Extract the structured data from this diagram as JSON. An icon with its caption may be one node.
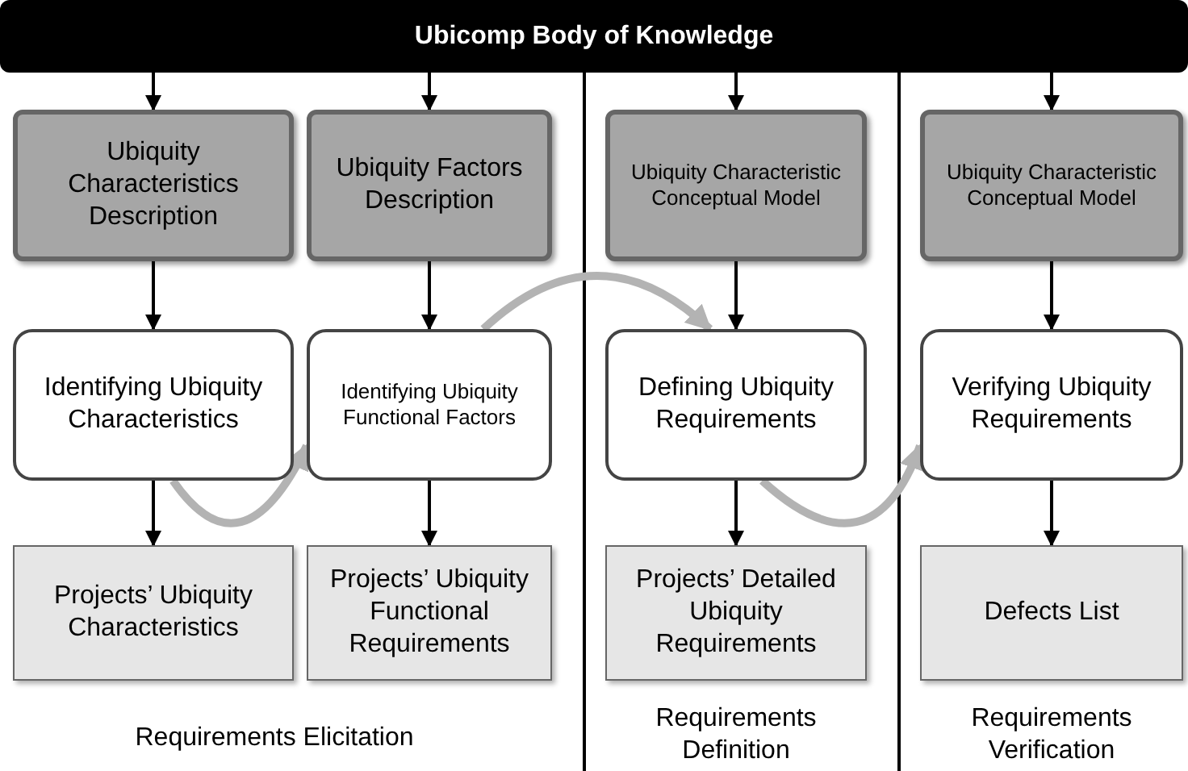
{
  "diagram": {
    "nodes": [
      {
        "text": [
          "Ubicomp Body of Knowledge"
        ]
      },
      {
        "text": [
          "Ubiquity Characteristics Description"
        ]
      },
      {
        "text": [
          "Ubiquity Factors Description"
        ]
      },
      {
        "text": [
          "Ubiquity Characteristic Conceptual Model"
        ]
      },
      {
        "text": [
          "Ubiquity Characteristic Conceptual Model"
        ]
      },
      {
        "text": [
          "Identifying Ubiquity Characteristics"
        ]
      },
      {
        "text": [
          "Identifying Ubiquity Functional Factors"
        ]
      },
      {
        "text": [
          "Defining Ubiquity Requirements"
        ]
      },
      {
        "text": [
          "Verifying Ubiquity Requirements"
        ]
      },
      {
        "text": [
          "Projects’ Ubiquity Characteristics"
        ]
      },
      {
        "text": [
          "Projects’ Ubiquity Functional Requirements"
        ]
      },
      {
        "text": [
          "Projects’ Detailed Ubiquity Requirements"
        ]
      },
      {
        "text": [
          "Defects List"
        ]
      }
    ],
    "edges": [
      {
        "from": 0,
        "to": 1,
        "arrow": "to"
      },
      {
        "from": 0,
        "to": 2,
        "arrow": "to"
      },
      {
        "from": 0,
        "to": 3,
        "arrow": "to"
      },
      {
        "from": 0,
        "to": 4,
        "arrow": "to"
      },
      {
        "from": 1,
        "to": 5,
        "arrow": "to"
      },
      {
        "from": 2,
        "to": 6,
        "arrow": "to"
      },
      {
        "from": 3,
        "to": 7,
        "arrow": "to"
      },
      {
        "from": 4,
        "to": 8,
        "arrow": "to"
      },
      {
        "from": 5,
        "to": 9,
        "arrow": "to"
      },
      {
        "from": 6,
        "to": 10,
        "arrow": "to"
      },
      {
        "from": 7,
        "to": 11,
        "arrow": "to"
      },
      {
        "from": 8,
        "to": 12,
        "arrow": "to"
      },
      {
        "from": 5,
        "to": 6,
        "arrow": "to",
        "style": "thick",
        "color": "#b3b3b3"
      },
      {
        "from": 6,
        "to": 7,
        "arrow": "to",
        "style": "thick",
        "color": "#b3b3b3"
      },
      {
        "from": 7,
        "to": 8,
        "arrow": "to",
        "style": "thick",
        "color": "#b3b3b3"
      }
    ],
    "labels": [
      "Requirements Elicitation",
      "Requirements Definition",
      "Requirements Verification"
    ]
  }
}
